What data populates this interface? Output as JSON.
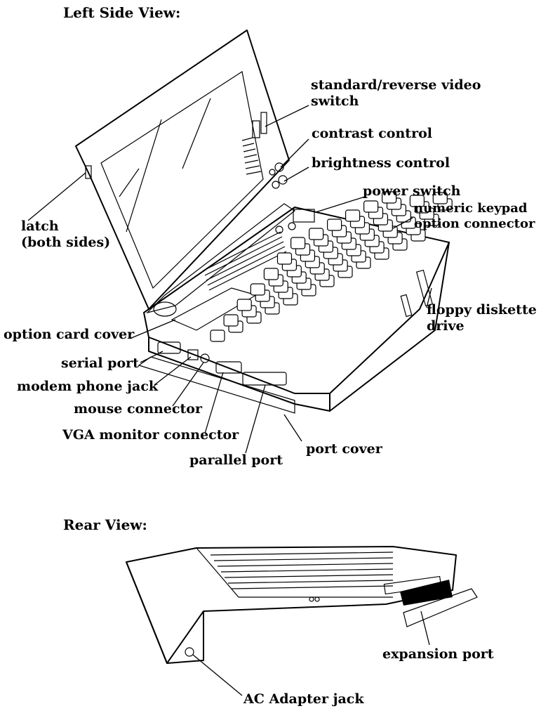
{
  "headings": {
    "left_side_view": "Left Side View:",
    "rear_view": "Rear View:"
  },
  "labels": {
    "standard_reverse_video_switch": "standard/reverse video\nswitch",
    "contrast_control": "contrast control",
    "brightness_control": "brightness control",
    "power_switch": "power switch",
    "numeric_keypad_option_connector": "numeric keypad\noption connector",
    "latch": "latch\n(both sides)",
    "floppy_diskette_drive": "floppy diskette\ndrive",
    "option_card_cover": "option card cover",
    "serial_port": "serial port",
    "modem_phone_jack": "modem phone jack",
    "mouse_connector": "mouse connector",
    "vga_monitor_connector": "VGA monitor connector",
    "port_cover": "port cover",
    "parallel_port": "parallel port",
    "expansion_port": "expansion port",
    "ac_adapter_jack": "AC Adapter jack"
  }
}
